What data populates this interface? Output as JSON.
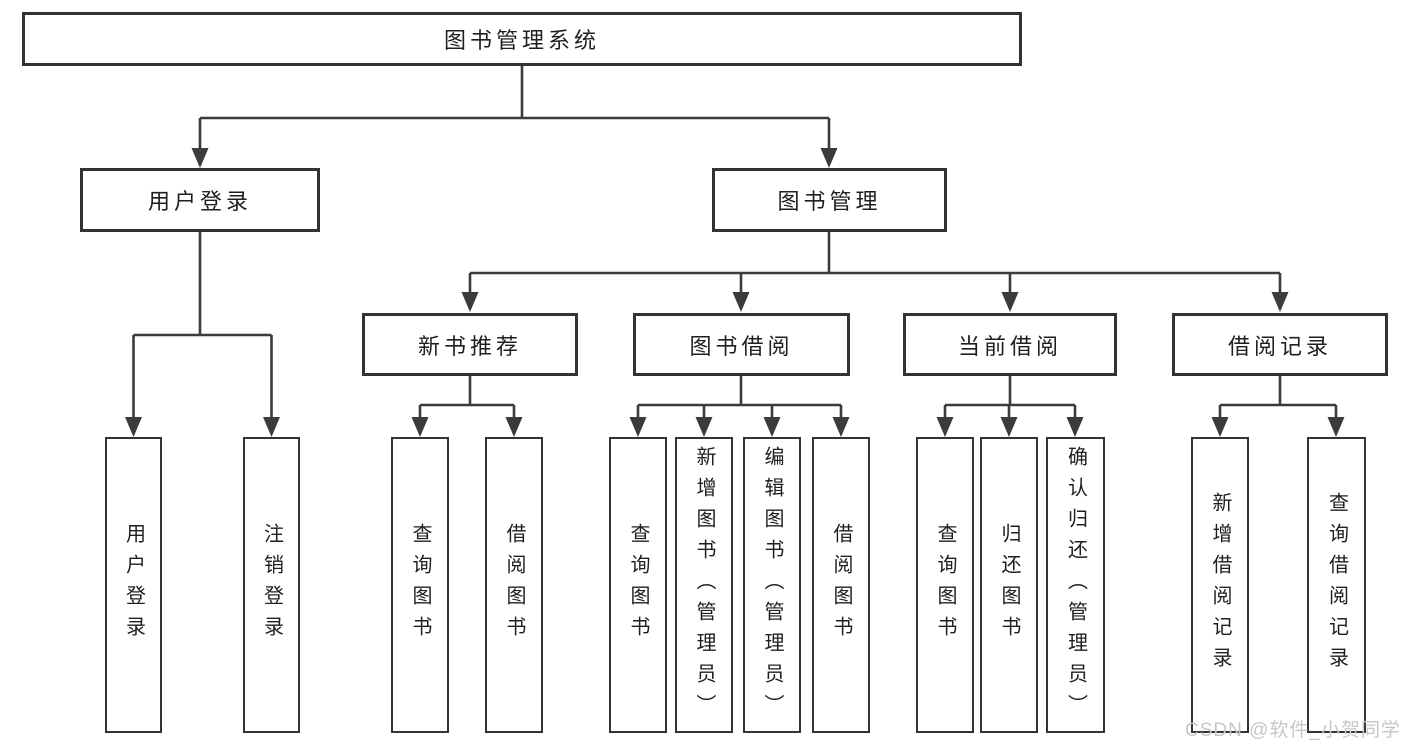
{
  "diagram": {
    "title": "图书管理系统",
    "tree": {
      "root": "图书管理系统",
      "children": [
        {
          "label": "用户登录",
          "children": [
            "用户登录",
            "注销登录"
          ]
        },
        {
          "label": "图书管理",
          "children": [
            {
              "label": "新书推荐",
              "children": [
                "查询图书",
                "借阅图书"
              ]
            },
            {
              "label": "图书借阅",
              "children": [
                "查询图书",
                "新增图书（管理员）",
                "编辑图书（管理员）",
                "借阅图书"
              ]
            },
            {
              "label": "当前借阅",
              "children": [
                "查询图书",
                "归还图书",
                "确认归还（管理员）"
              ]
            },
            {
              "label": "借阅记录",
              "children": [
                "新增借阅记录",
                "查询借阅记录"
              ]
            }
          ]
        }
      ]
    },
    "watermark": "CSDN @软件_小贺同学",
    "colors": {
      "line": "#3b3b3b",
      "box_border": "#333333",
      "text": "#1f1f1f",
      "background": "#ffffff",
      "watermark": "#c7c7c7"
    }
  }
}
